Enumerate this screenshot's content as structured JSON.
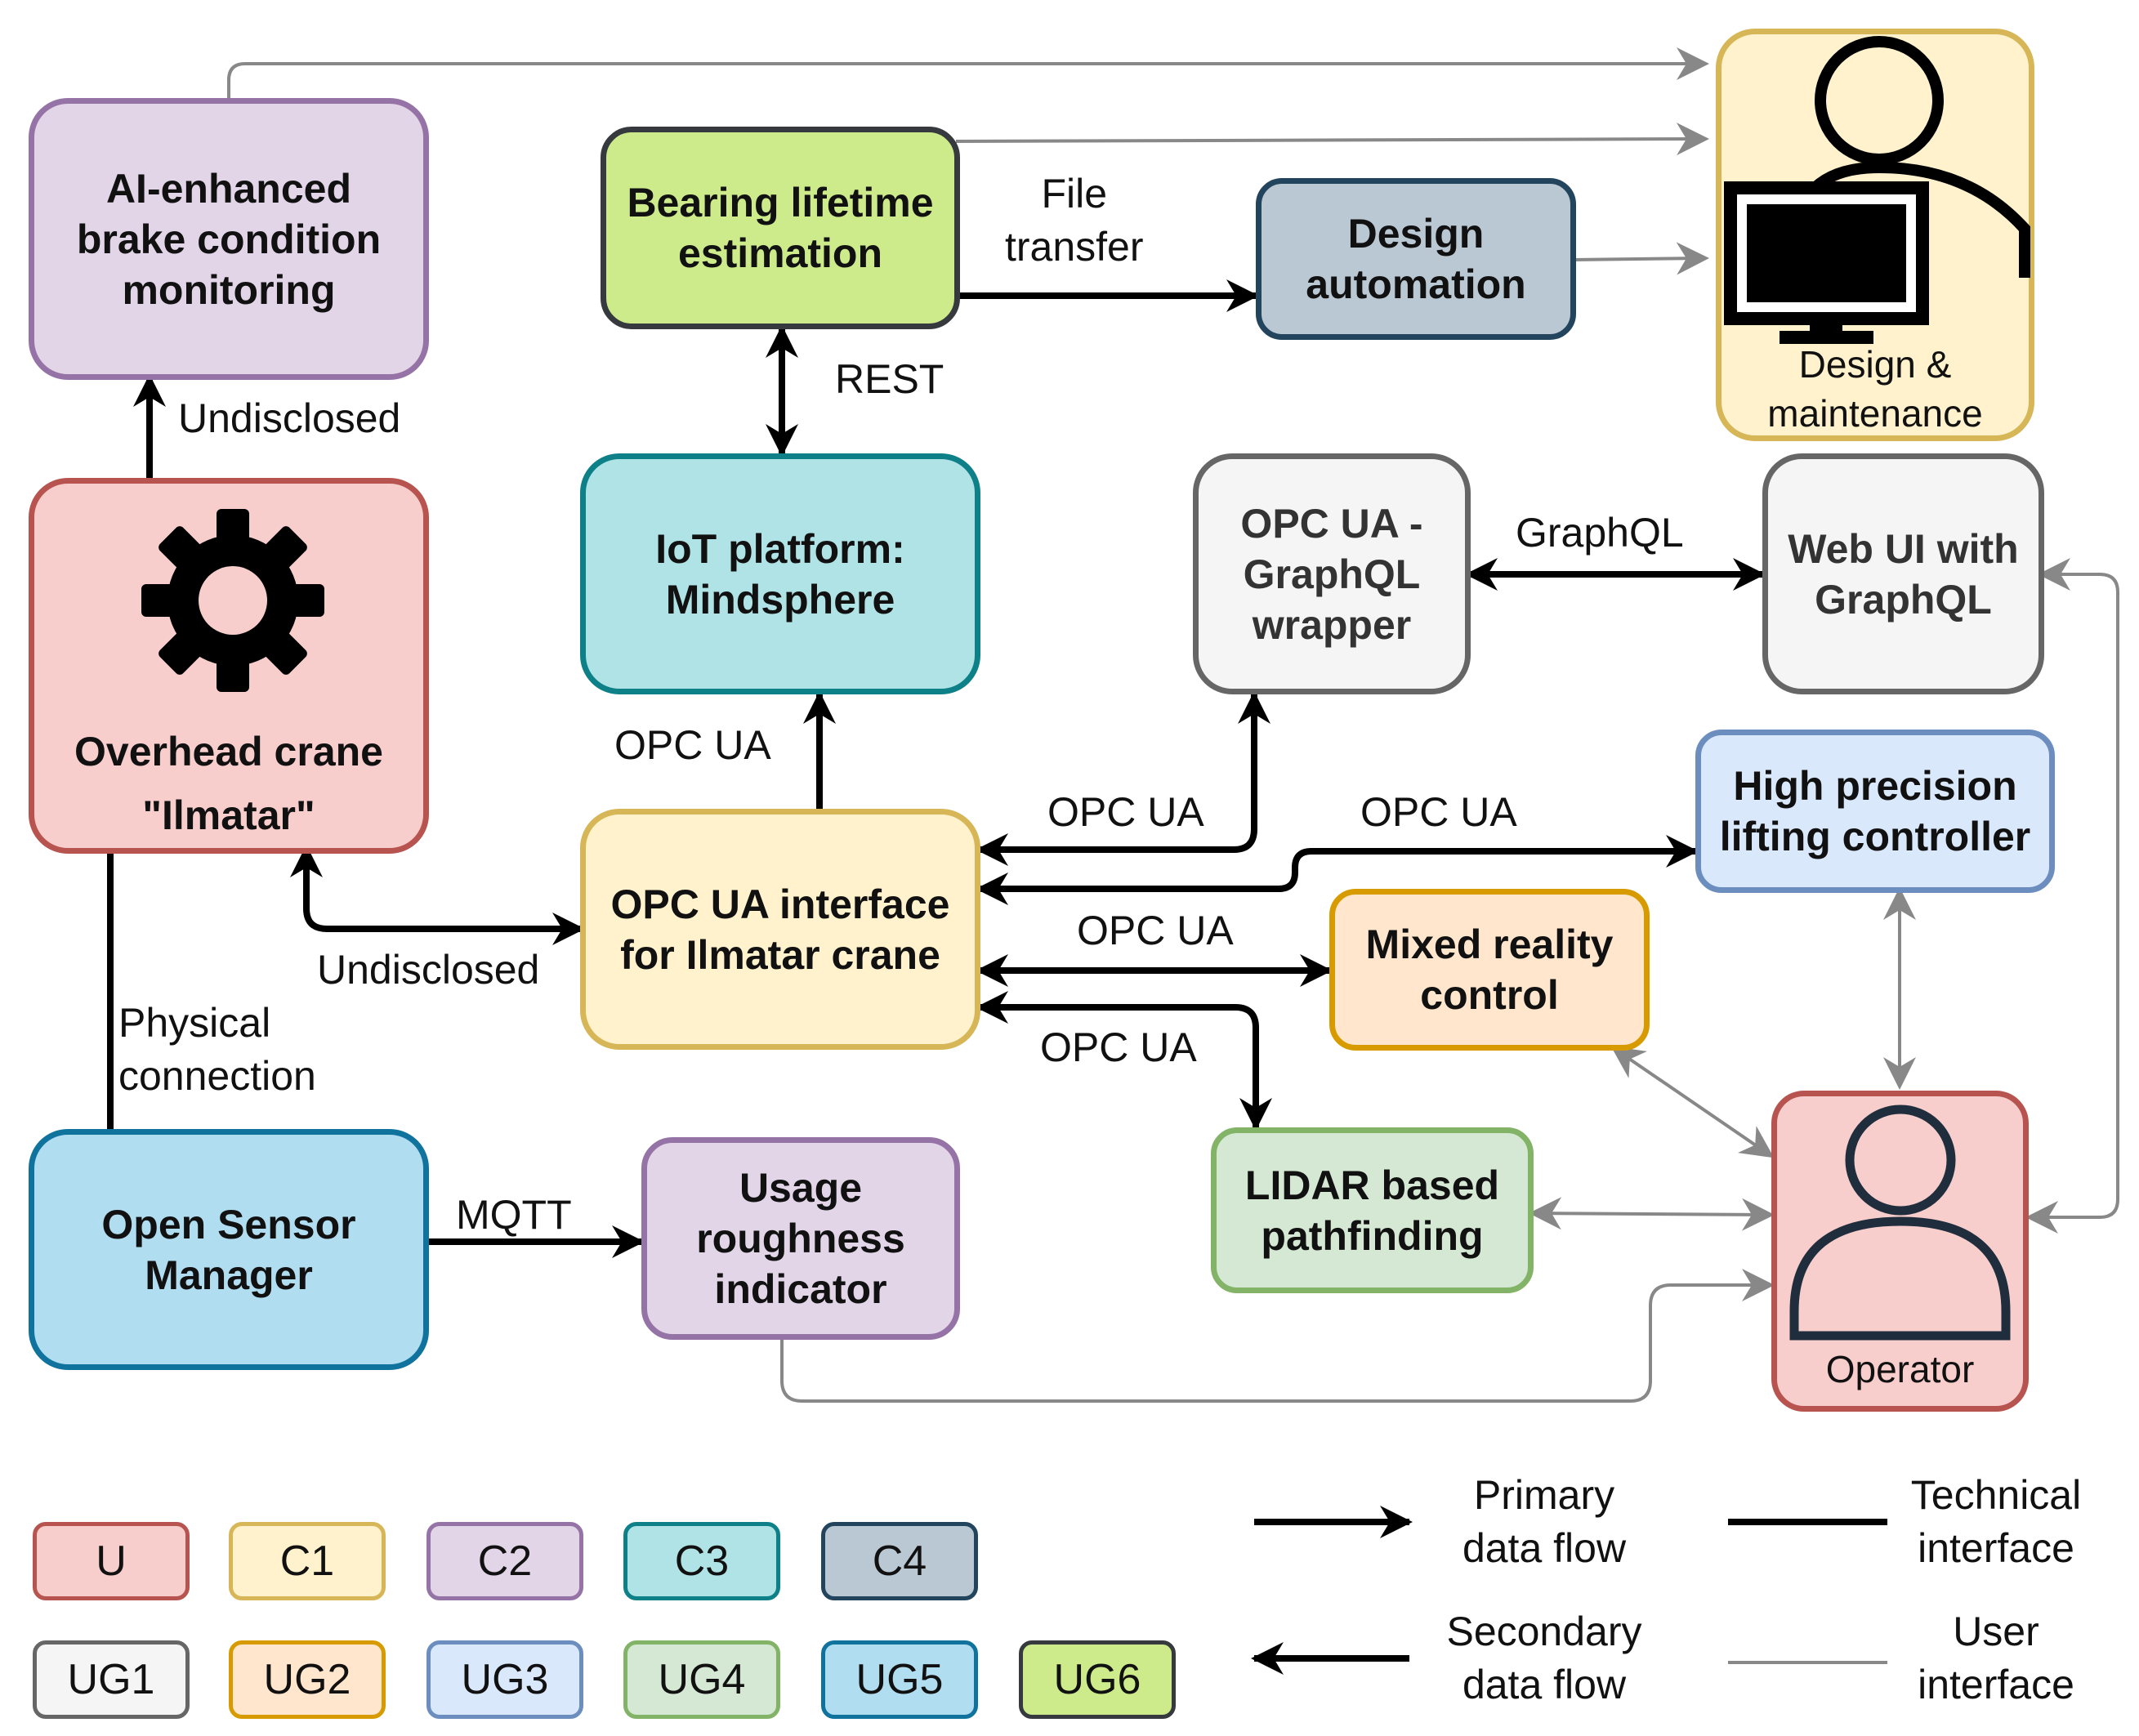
{
  "colors": {
    "U": {
      "fill": "#f8cecc",
      "stroke": "#b85450"
    },
    "C1": {
      "fill": "#fff2cc",
      "stroke": "#d6b656"
    },
    "C2": {
      "fill": "#e1d5e7",
      "stroke": "#9673a6"
    },
    "C3": {
      "fill": "#b0e3e6",
      "stroke": "#0e8088"
    },
    "C4": {
      "fill": "#bac8d3",
      "stroke": "#23445d"
    },
    "UG1": {
      "fill": "#f5f5f5",
      "stroke": "#666666"
    },
    "UG2": {
      "fill": "#ffe6cc",
      "stroke": "#d79b00"
    },
    "UG3": {
      "fill": "#dae8fc",
      "stroke": "#6c8ebf"
    },
    "UG4": {
      "fill": "#d5e8d4",
      "stroke": "#82b366"
    },
    "UG5": {
      "fill": "#b1ddf0",
      "stroke": "#10739e"
    },
    "UG6": {
      "fill": "#cdeb8b",
      "stroke": "#36393d"
    }
  },
  "nodes": {
    "ai_brake": {
      "text": "AI-enhanced\nbrake condition\nmonitoring",
      "group": "C2"
    },
    "bearing": {
      "text": "Bearing lifetime\nestimation",
      "group": "UG6"
    },
    "design_auto": {
      "text": "Design\nautomation",
      "group": "C4"
    },
    "design_maint": {
      "text": "Design &\nmaintenance",
      "group": "C1",
      "icon": "user-at-computer-icon"
    },
    "crane": {
      "text": "Overhead crane\n\"Ilmatar\"",
      "group": "U",
      "icon": "gear-icon"
    },
    "iot": {
      "text": "IoT platform:\nMindsphere",
      "group": "C3"
    },
    "wrapper": {
      "text": "OPC UA -\nGraphQL\nwrapper",
      "group": "UG1"
    },
    "webui": {
      "text": "Web UI with\nGraphQL",
      "group": "UG1"
    },
    "opcua_if": {
      "text": "OPC UA interface\nfor Ilmatar crane",
      "group": "C1"
    },
    "hplc": {
      "text": "High precision\nlifting controller",
      "group": "UG3"
    },
    "mixed": {
      "text": "Mixed reality\ncontrol",
      "group": "UG2"
    },
    "lidar": {
      "text": "LIDAR based\npathfinding",
      "group": "UG4"
    },
    "osm": {
      "text": "Open Sensor\nManager",
      "group": "UG5"
    },
    "usage": {
      "text": "Usage\nroughness\nindicator",
      "group": "C2"
    },
    "operator": {
      "text": "Operator",
      "group": "U",
      "icon": "user-icon"
    }
  },
  "edge_labels": {
    "file_transfer": "File\ntransfer",
    "rest": "REST",
    "undisclosed_top": "Undisclosed",
    "graphql": "GraphQL",
    "opcua_iot": "OPC UA",
    "opcua_wrapper": "OPC UA",
    "opcua_hplc": "OPC UA",
    "opcua_mixed": "OPC UA",
    "opcua_lidar": "OPC UA",
    "undisclosed_mid": "Undisclosed",
    "physical": "Physical\nconnection",
    "mqtt": "MQTT"
  },
  "legend": {
    "row1": [
      "U",
      "C1",
      "C2",
      "C3",
      "C4"
    ],
    "row2": [
      "UG1",
      "UG2",
      "UG3",
      "UG4",
      "UG5",
      "UG6"
    ],
    "primary": "Primary\ndata flow",
    "secondary": "Secondary\ndata flow",
    "technical": "Technical\ninterface",
    "user": "User\ninterface"
  }
}
